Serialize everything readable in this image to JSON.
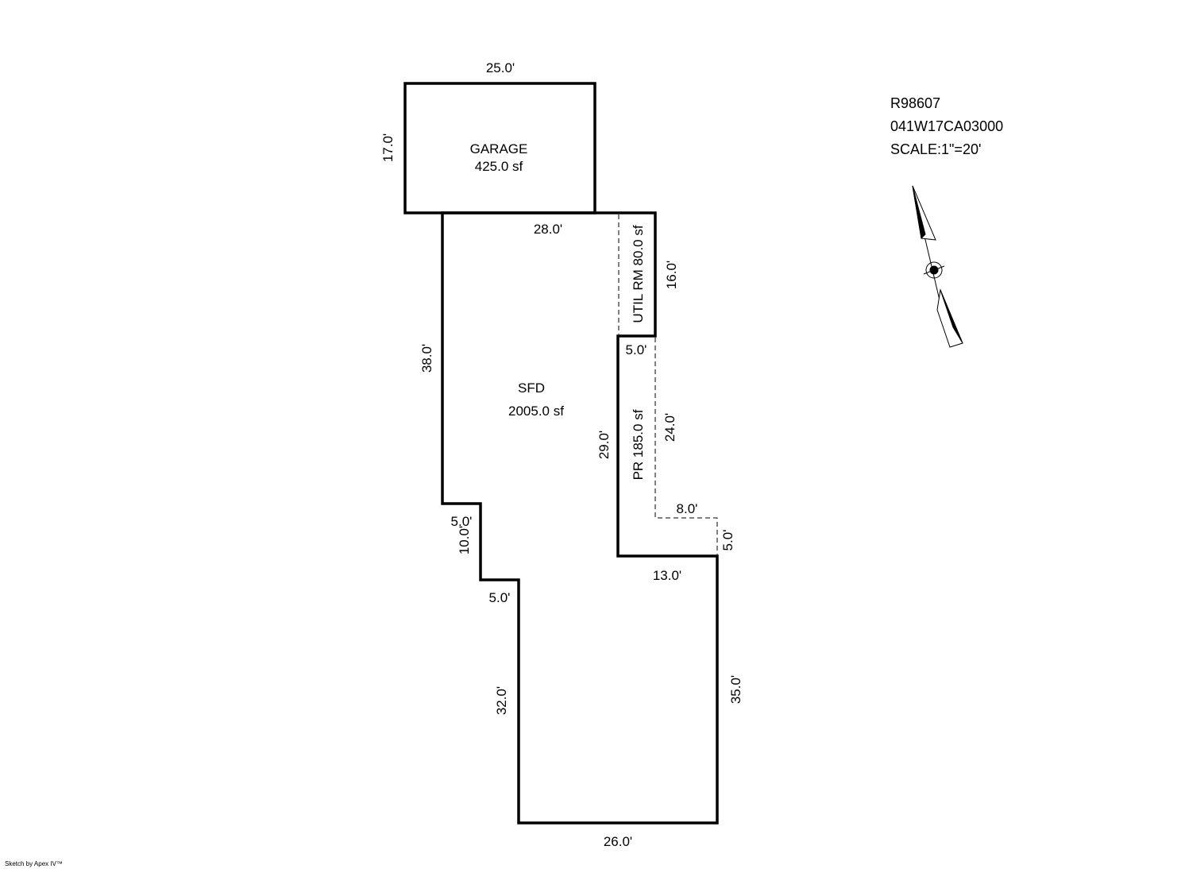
{
  "info": {
    "parcel_id": "R98607",
    "map_taxlot": "041W17CA03000",
    "scale": "SCALE:1\"=20'"
  },
  "areas": {
    "garage": {
      "name": "GARAGE",
      "area": "425.0 sf"
    },
    "sfd": {
      "name": "SFD",
      "area": "2005.0 sf"
    },
    "util": {
      "label": "UTIL RM 80.0 sf"
    },
    "porch": {
      "label": "PR 185.0 sf"
    }
  },
  "dimensions": {
    "garage_top": "25.0'",
    "garage_left": "17.0'",
    "sfd_top": "28.0'",
    "util_right": "16.0'",
    "sfd_left": "38.0'",
    "util_step": "5.0'",
    "pr_inner": "29.0'",
    "pr_right": "24.0'",
    "pr_bottom": "8.0'",
    "pr_step": "5.0'",
    "left_step_h": "5.0'",
    "left_step_v": "10.0'",
    "left_step_h2": "5.0'",
    "right_top": "13.0'",
    "lower_left": "32.0'",
    "right": "35.0'",
    "bottom": "26.0'"
  },
  "footer": {
    "credit": "Sketch by Apex IV™"
  },
  "icons": {
    "compass": "north-arrow-icon"
  }
}
